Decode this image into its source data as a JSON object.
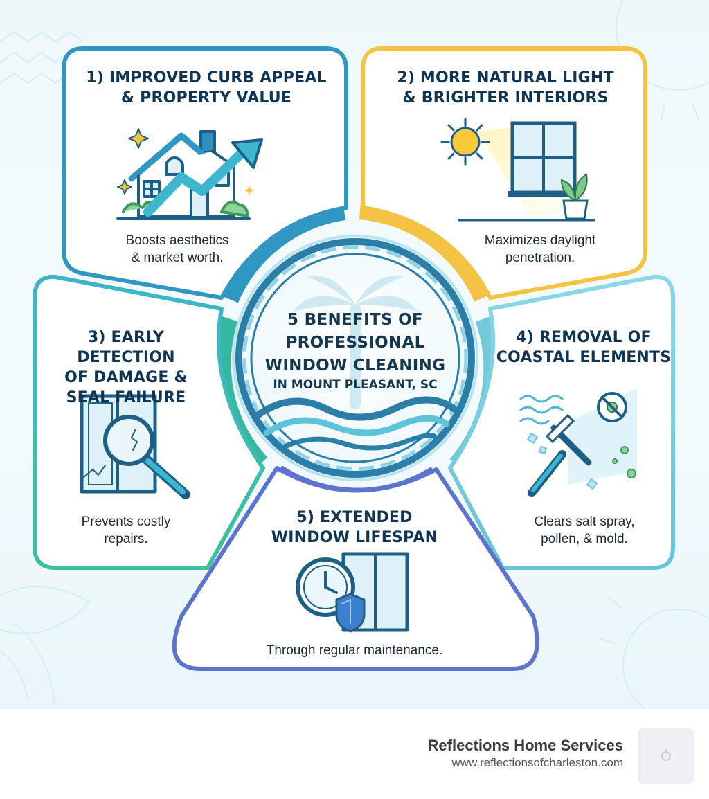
{
  "infographic": {
    "center": {
      "title_lines": [
        "5 BENEFITS OF",
        "PROFESSIONAL",
        "WINDOW CLEANING"
      ],
      "subtitle": "IN MOUNT PLEASANT, SC"
    },
    "benefits": [
      {
        "title_lines": [
          "1) IMPROVED CURB APPEAL",
          "& PROPERTY VALUE"
        ],
        "desc_lines": [
          "Boosts aesthetics",
          "& market worth."
        ],
        "accent": "#2f97c1",
        "icon": "house-value-icon"
      },
      {
        "title_lines": [
          "2) MORE NATURAL LIGHT",
          "& BRIGHTER INTERIORS"
        ],
        "desc_lines": [
          "Maximizes daylight",
          "penetration."
        ],
        "accent": "#f5c343",
        "icon": "sun-window-icon"
      },
      {
        "title_lines": [
          "3) EARLY DETECTION",
          "OF DAMAGE &",
          "SEAL FAILURE"
        ],
        "desc_lines": [
          "Prevents costly",
          "repairs."
        ],
        "accent": "#36b7a0",
        "icon": "magnifier-window-icon"
      },
      {
        "title_lines": [
          "4) REMOVAL OF",
          "COASTAL ELEMENTS"
        ],
        "desc_lines": [
          "Clears salt spray,",
          "pollen, & mold."
        ],
        "accent": "#72c9d8",
        "icon": "squeegee-icon"
      },
      {
        "title_lines": [
          "5) EXTENDED",
          "WINDOW LIFESPAN"
        ],
        "desc_lines": [
          "Through regular maintenance."
        ],
        "accent": "#5c73d0",
        "icon": "clock-shield-window-icon"
      }
    ]
  },
  "footer": {
    "brand_name": "Reflections Home Services",
    "url": "www.reflectionsofcharleston.com"
  }
}
